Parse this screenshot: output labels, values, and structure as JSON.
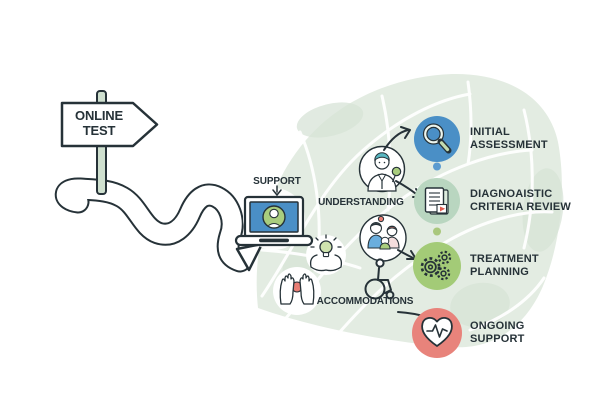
{
  "signpost": {
    "line1": "ONLINE",
    "line2": "TEST"
  },
  "path_labels": {
    "support": "SUPPORT",
    "understanding": "UNDERSTANDING",
    "accommodations": "ACCOMMODATIONS"
  },
  "steps": [
    {
      "line1": "INITIAL",
      "line2": "ASSESSMENT",
      "color": "#4a8fc6",
      "icon": "magnifier-icon"
    },
    {
      "line1": "DIAGNOAISTIC",
      "line2": "CRITERIA REVIEW",
      "color": "#b9d6c0",
      "icon": "document-icon"
    },
    {
      "line1": "TREATMENT",
      "line2": "PLANNING",
      "color": "#a3cb77",
      "icon": "gears-icon"
    },
    {
      "line1": "ONGOING",
      "line2": "SUPPORT",
      "color": "#e8837b",
      "icon": "heart-pulse-icon"
    }
  ],
  "connector_dots": [
    {
      "color": "#5b9bd0"
    },
    {
      "color": "#a9c77c"
    }
  ],
  "colors": {
    "outline": "#263238",
    "map_fill": "#e3ece2",
    "map_patch": "#d8e4d7",
    "street": "#ffffff",
    "laptop_screen": "#4a8fc6",
    "avatar_green": "#a9cd7e",
    "pole_green": "#cfe0cf",
    "red_accent": "#e87d74",
    "teal_hair": "#59b7c1",
    "bulb_green": "#cfe3ae"
  },
  "icons": {
    "signpost": "arrow-sign-on-pole",
    "winding_road": "s-curved-arrow-path",
    "support": "laptop-with-person",
    "understanding": "doctor",
    "family": "parents-with-child",
    "idea": "hands-holding-lightbulb",
    "care": "hands-holding-heart",
    "accessibility": "wheelchair",
    "step1": "magnifier",
    "step2": "document-review",
    "step3": "gears",
    "step4": "heart-with-pulse"
  }
}
